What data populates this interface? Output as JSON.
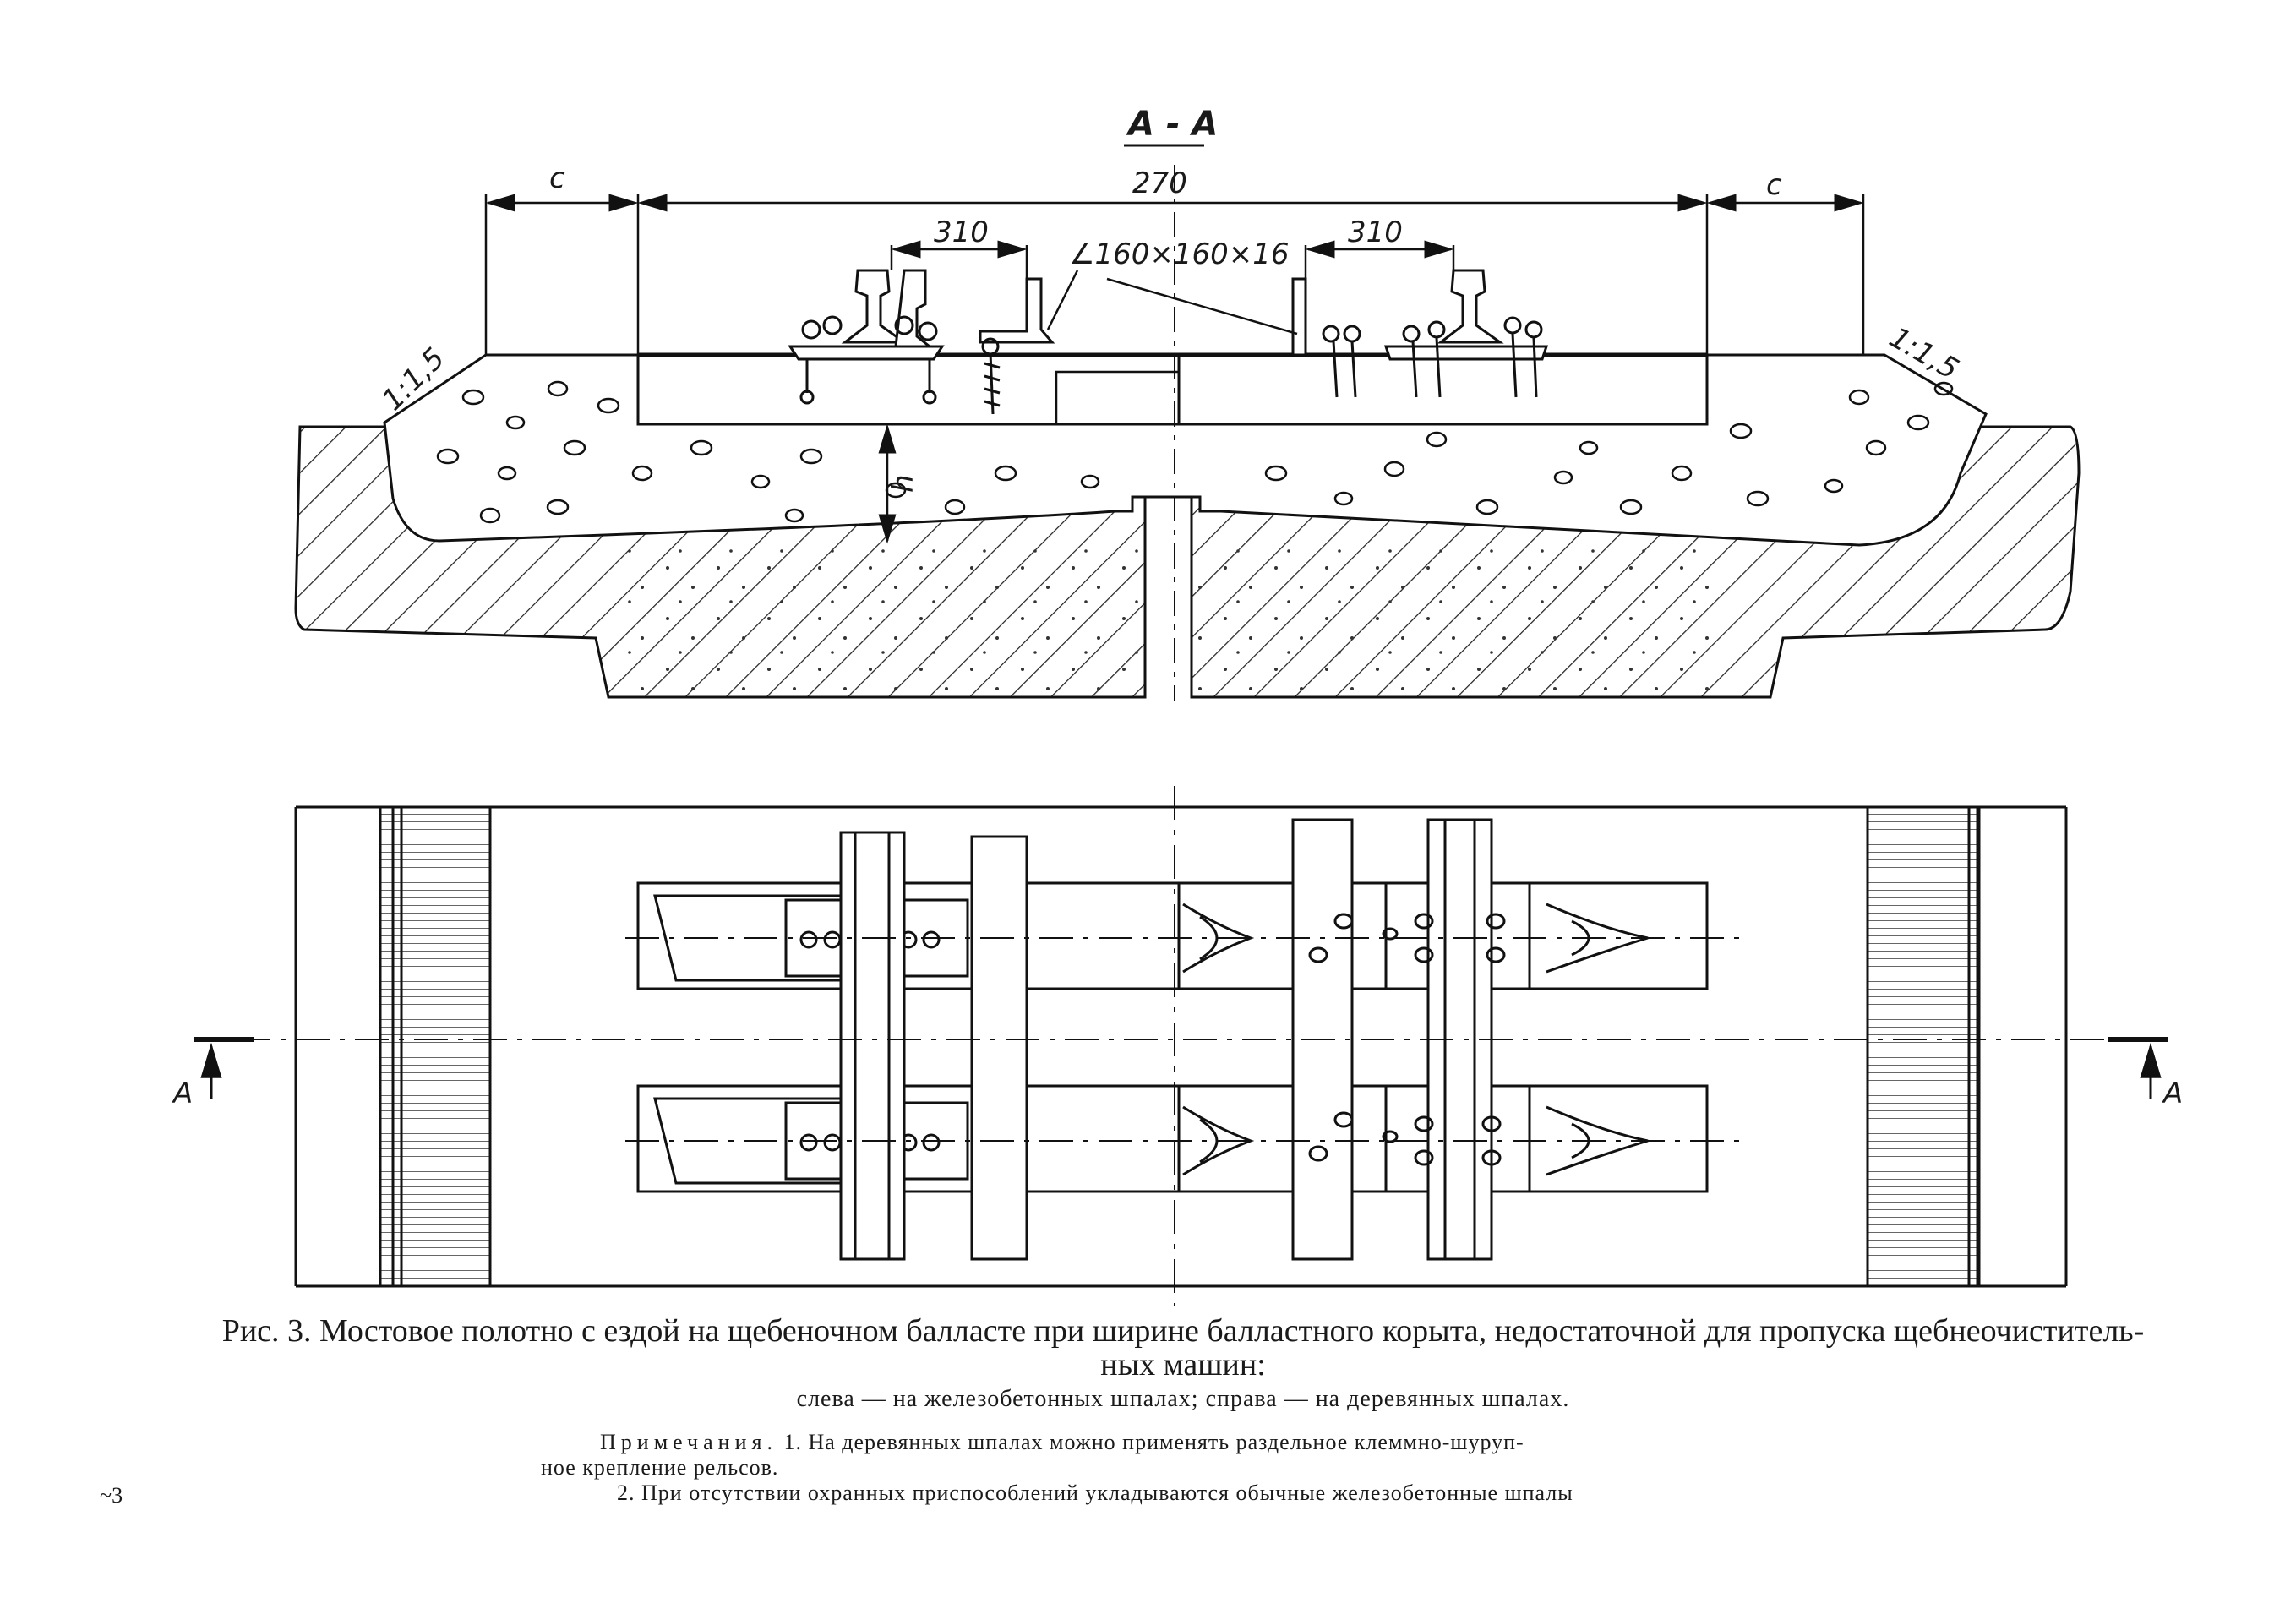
{
  "section_view": {
    "title": "А - А",
    "dim_total": "270",
    "dim_c_left": "с",
    "dim_c_right": "с",
    "dim_gauge_left": "310",
    "dim_gauge_right": "310",
    "angle_label": "∠160×160×16",
    "slope_left": "1:1,5",
    "slope_right": "1:1,5",
    "depth_label": "h"
  },
  "plan_view": {
    "section_mark_left": "А",
    "section_mark_right": "А"
  },
  "caption": {
    "line1": "Рис. 3. Мостовое полотно с ездой на щебеночном балласте при ширине балластного корыта, недостаточной для пропуска щебнеочиститель-",
    "line2": "ных машин:",
    "sub": "слева — на железобетонных шпалах; справа — на деревянных шпалах."
  },
  "notes": {
    "heading": "Примечания.",
    "note1_a": "1. На деревянных шпалах можно применять раздельное клеммно-шуруп-",
    "note1_b": "ное крепление рельсов.",
    "note2": "2. При отсутствии охранных приспособлений укладываются обычные железобетонные шпалы"
  },
  "corner_mark": "~3"
}
